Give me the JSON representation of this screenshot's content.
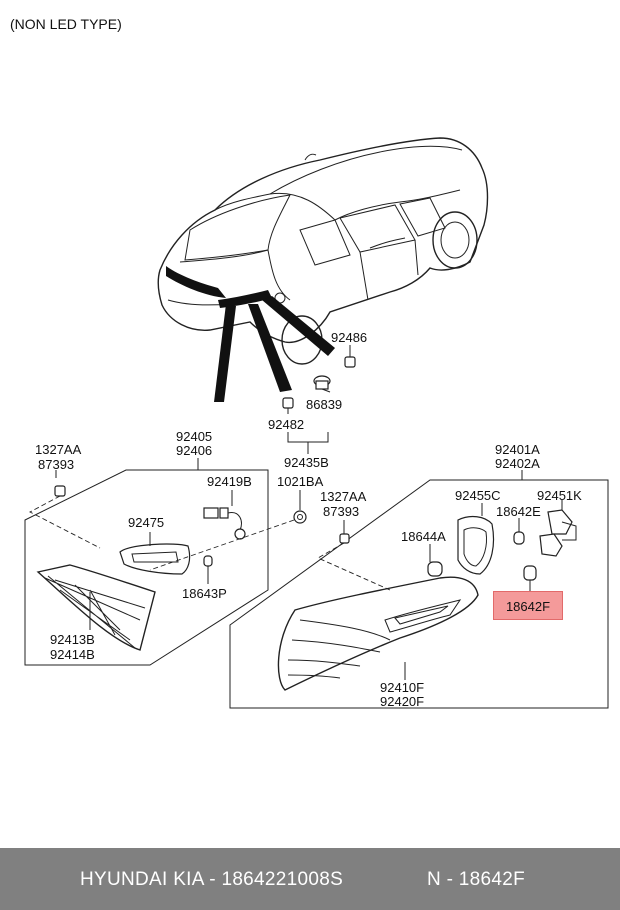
{
  "header": {
    "note": "(NON LED TYPE)"
  },
  "labels": {
    "p92486": "92486",
    "p86839": "86839",
    "p92482": "92482",
    "p92435B": "92435B",
    "p1327AA_left": "1327AA",
    "p87393_left": "87393",
    "p92405": "92405",
    "p92406": "92406",
    "p92419B": "92419B",
    "p1021BA": "1021BA",
    "p1327AA_right": "1327AA",
    "p87393_right": "87393",
    "p92475": "92475",
    "p18643P": "18643P",
    "p92413B": "92413B",
    "p92414B": "92414B",
    "p92401A": "92401A",
    "p92402A": "92402A",
    "p92455C": "92455C",
    "p92451K": "92451K",
    "p18642E": "18642E",
    "p18644A": "18644A",
    "p18642F": "18642F",
    "p92410F": "92410F",
    "p92420F": "92420F"
  },
  "highlight": {
    "part": "18642F",
    "color": "#f49a9a"
  },
  "footer": {
    "brand": "HYUNDAI  KIA - 1864221008S",
    "ref": "N - 18642F"
  }
}
